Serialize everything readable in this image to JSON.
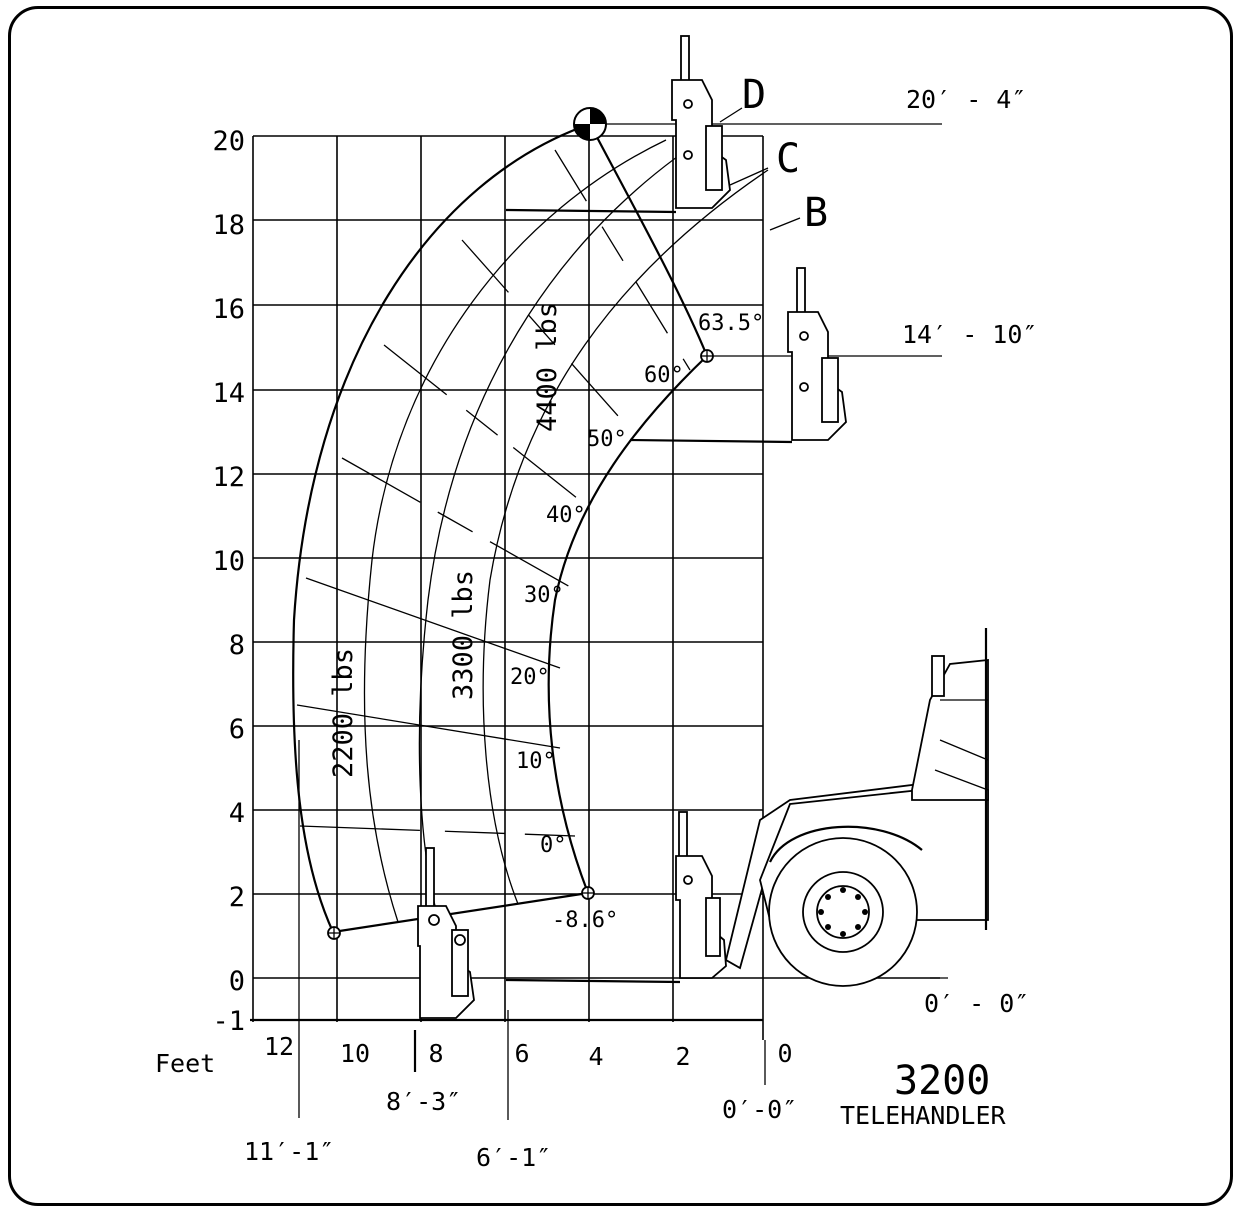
{
  "diagram": {
    "y_ticks": [
      "20",
      "18",
      "16",
      "14",
      "12",
      "10",
      "8",
      "6",
      "4",
      "2",
      "0",
      "-1"
    ],
    "x_ticks": [
      "12",
      "10",
      "8",
      "6",
      "4",
      "2",
      "0"
    ],
    "x_unit": "Feet",
    "zone_labels": [
      "4400 lbs",
      "3300 lbs",
      "2200 lbs"
    ],
    "angles": [
      "63.5°",
      "60°",
      "50°",
      "40°",
      "30°",
      "20°",
      "10°",
      "0°",
      "-8.6°"
    ],
    "position_letters": [
      "D",
      "C",
      "B"
    ],
    "dimensions": {
      "max_height": "20′ - 4″",
      "mid_height": "14′ - 10″",
      "ground": "0′ - 0″",
      "reach_11": "11′-1″",
      "reach_8": "8′-3″",
      "reach_6": "6′-1″",
      "reach_0": "0′-0″"
    },
    "model": "3200",
    "machine": "TELEHANDLER"
  }
}
